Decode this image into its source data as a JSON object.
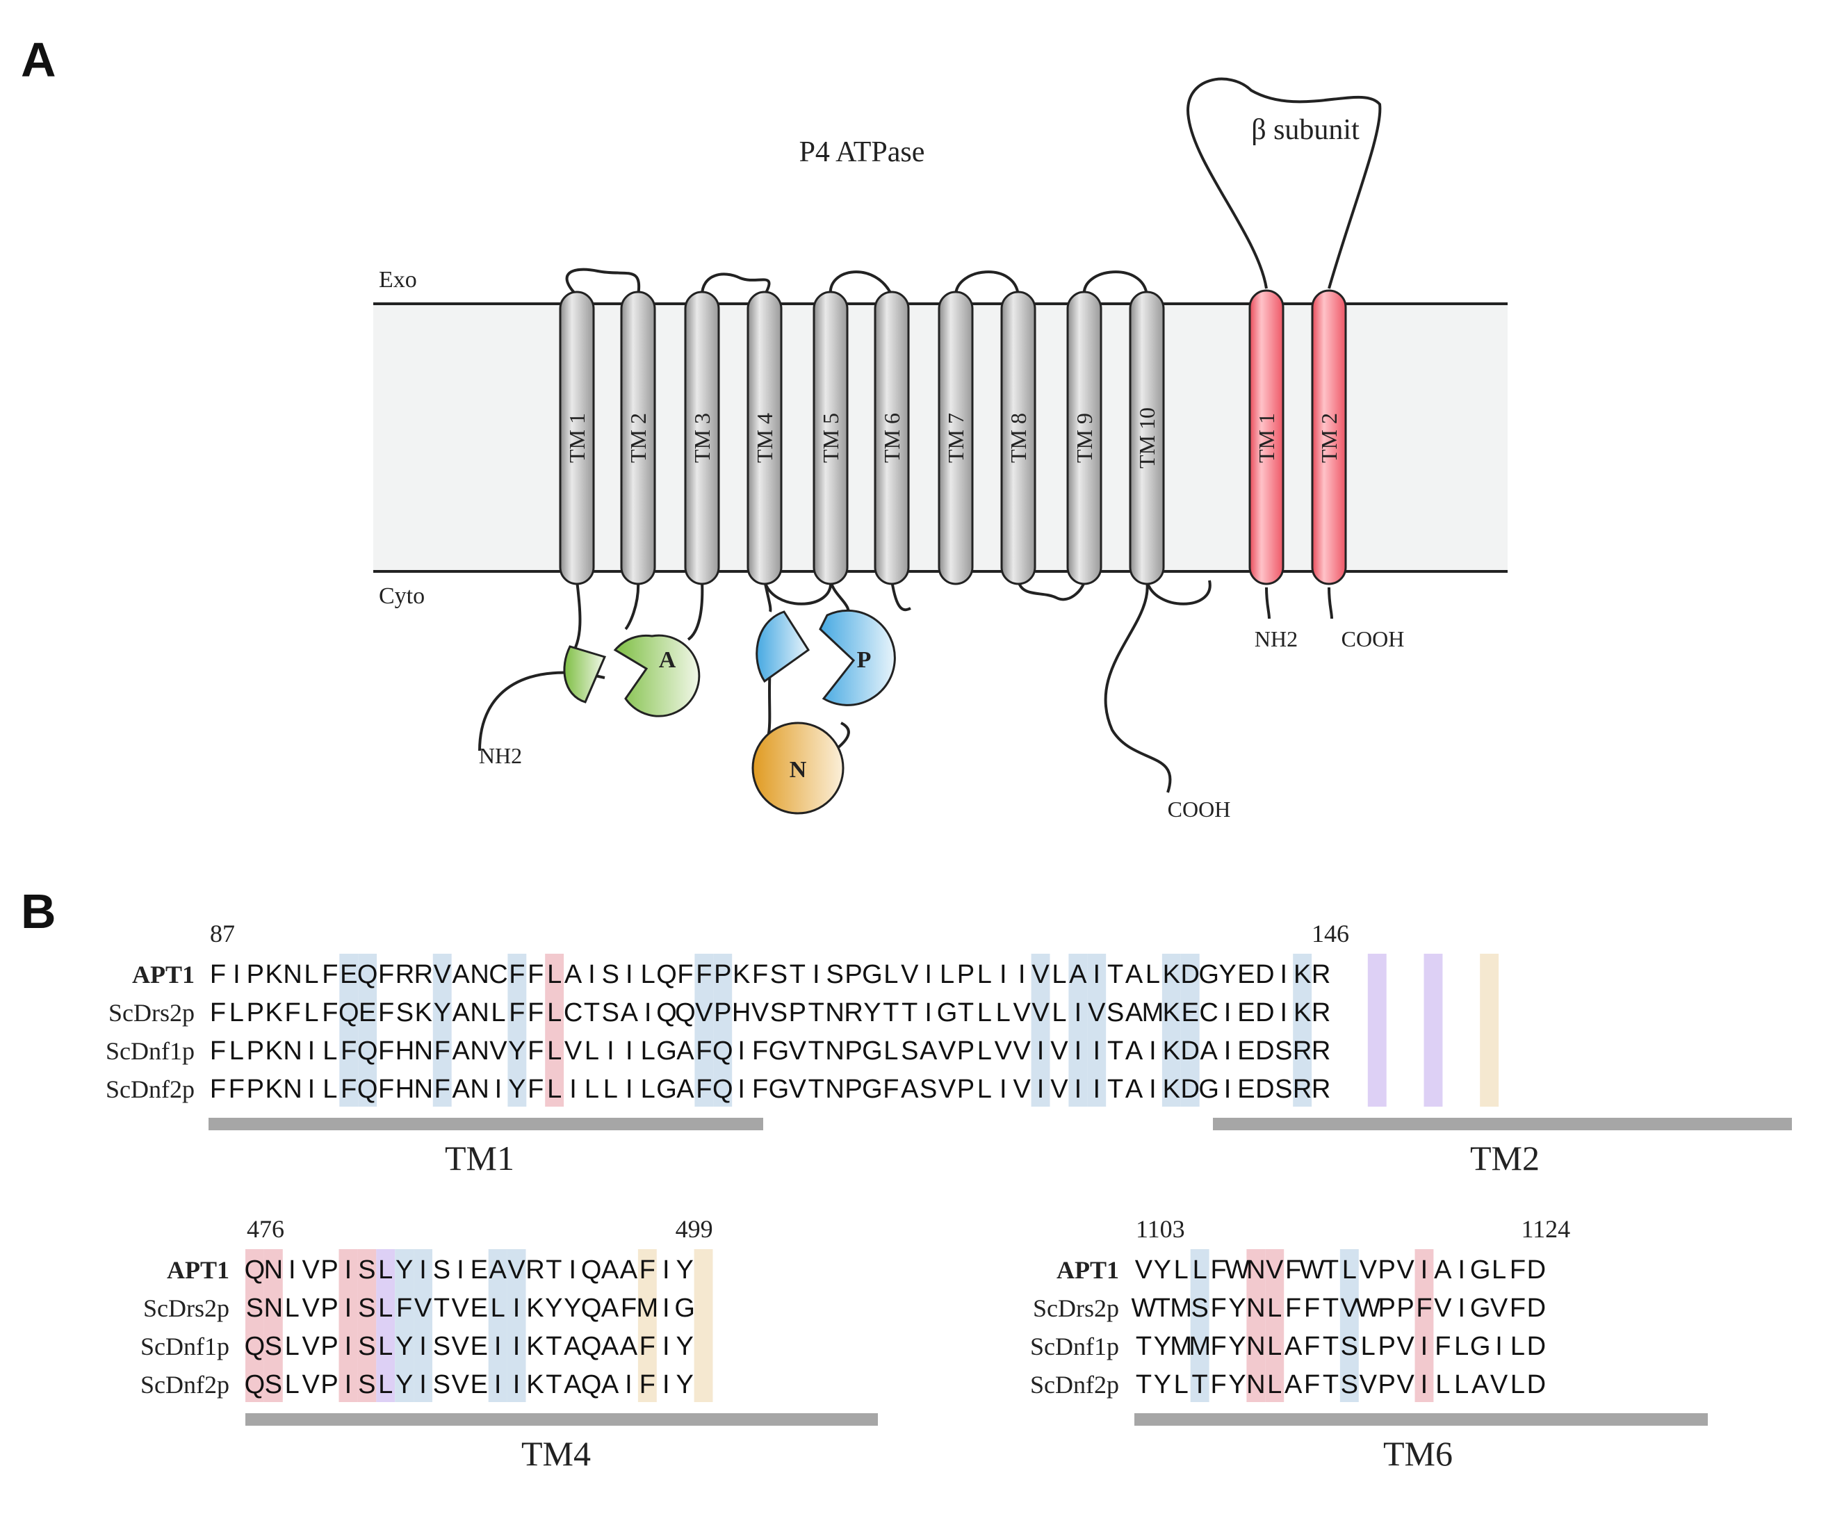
{
  "panel_a": {
    "label": "A",
    "title": "P4 ATPase",
    "beta_label": "β subunit",
    "exo_label": "Exo",
    "cyto_label": "Cyto",
    "tm_helices": [
      "TM 1",
      "TM 2",
      "TM 3",
      "TM 4",
      "TM 5",
      "TM 6",
      "TM 7",
      "TM 8",
      "TM 9",
      "TM 10"
    ],
    "beta_tm": [
      "TM 1",
      "TM 2"
    ],
    "domains": {
      "a": "A",
      "p": "P",
      "n": "N"
    },
    "nh2": "NH2",
    "cooh": "COOH",
    "beta_nh2": "NH2",
    "beta_cooh": "COOH",
    "colors": {
      "membrane": "#f2f3f3",
      "helix": "#b9b9b9",
      "beta_helix": "#f06a76",
      "a_domain": "#9ccb6a",
      "p_domain": "#6ab9e6",
      "n_domain": "#e3a22e"
    }
  },
  "panel_b": {
    "label": "B",
    "species": [
      "APT1",
      "ScDrs2p",
      "ScDnf1p",
      "ScDnf2p"
    ],
    "colors": {
      "b": "#d3e2ef",
      "r": "#f2c9ce",
      "p": "#ddd0f5",
      "t": "#f5e8d0",
      "bar": "#a6a6a6"
    },
    "blocks": [
      {
        "start": "87",
        "end": "146",
        "seqs": [
          "FIPKNLFEQFRRVANCFFLAISILQFFPKFSTISPGLVILPLIIVLAITALKDGYEDIKR",
          "FLPKFLFQEFSKYANLFFLCTSAIQQVPHVSPTNRYTTIGTLLVVLIVSAMKECIEDIKR",
          "FLPKNILFQFHNFANVYFLVLIILGAFQIFGVTNPGLSAVPLVVIVIITAIKDAIEDSRR",
          "FFPKNILFQFHNFANIYFLILLILGAFQIFGVTNPGFASVPLIVIVIITAIKDGIEDSRR"
        ],
        "hl": "       bb   b   b r       bb                b bb   bb     b   p  p  t",
        "tm": [
          {
            "label": "TM1"
          },
          {
            "label": "TM2"
          }
        ]
      },
      {
        "start": "476",
        "end": "499",
        "seqs": [
          "QNIVPISLYISIEAVRTIQAAFIY",
          "SNLVPISLFVTVELIKYYQAFMIG",
          "QSLVPISLYISVEIIKTAQAAFIY",
          "QSLVPISLYISVEIIKTAQAIFIY"
        ],
        "hl": "rr   rrpbb   bb      t  t",
        "tm": [
          {
            "label": "TM4"
          }
        ]
      },
      {
        "start": "1103",
        "end": "1124",
        "seqs": [
          "VYLLFWNVFWTLVPVIAIGLFD",
          "WTMSFYNLFFTVWPPFVIGVFD",
          "TYMMFYNLAFTSLPVIFLGILD",
          "TYLTFYNLAFTSVPVILLAVLD"
        ],
        "hl": "   b  rr   b   r      ",
        "tm": [
          {
            "label": "TM6"
          }
        ]
      }
    ]
  }
}
